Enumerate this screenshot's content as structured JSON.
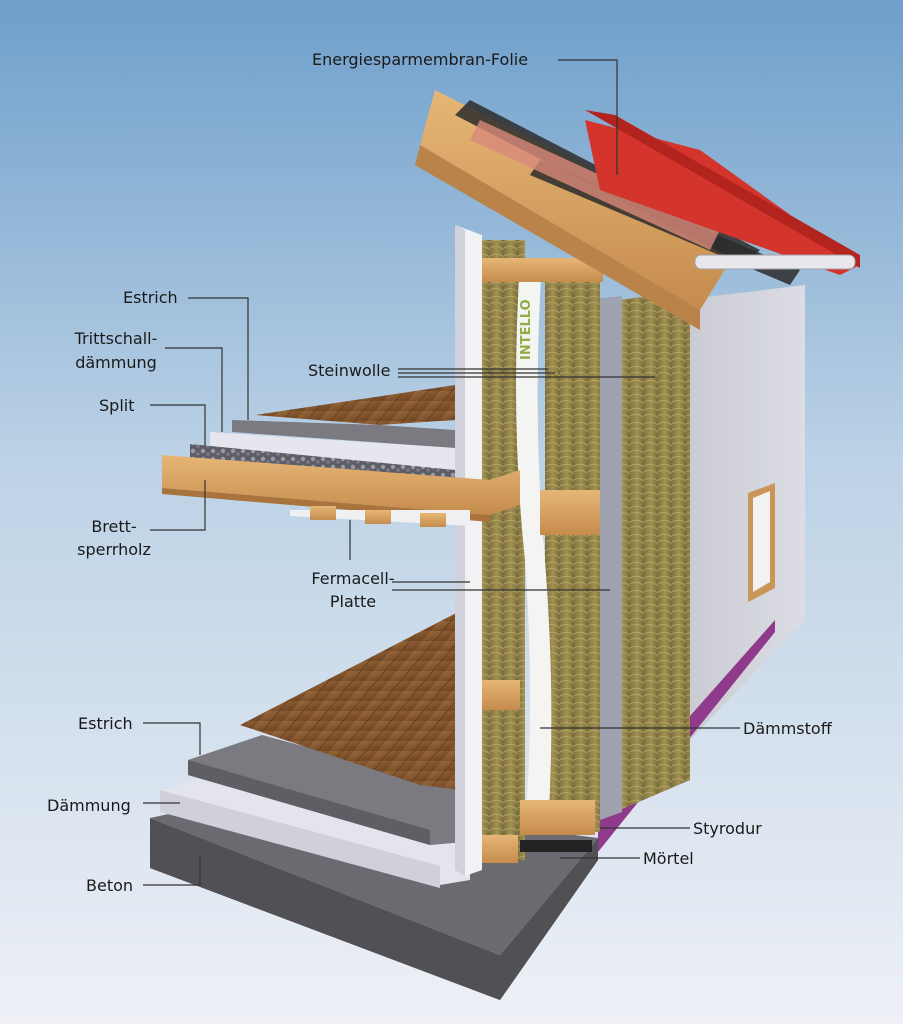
{
  "brand_text": "INTELLO",
  "labels": {
    "energiesparmembran": "Energiesparmembran-Folie",
    "estrich_top": "Estrich",
    "trittschall_1": "Trittschall-",
    "trittschall_2": "dämmung",
    "steinwolle": "Steinwolle",
    "split": "Split",
    "brett_1": "Brett-",
    "brett_2": "sperrholz",
    "fermacell_1": "Fermacell-",
    "fermacell_2": "Platte",
    "estrich_bottom": "Estrich",
    "daemmstoff": "Dämmstoff",
    "daemmung": "Dämmung",
    "styrodur": "Styrodur",
    "moertel": "Mörtel",
    "beton": "Beton"
  },
  "colors": {
    "sky_top": "#6f9fcb",
    "sky_bottom": "#eef0f6",
    "wood": "#d9a463",
    "wood_dark": "#b9834a",
    "insulation": "#8d7f45",
    "concrete": "#6e6e6e",
    "plaster": "#cfd0d8",
    "roof_tile": "#d3342c",
    "membrane": "#f4f4f2",
    "leader": "#333333"
  }
}
